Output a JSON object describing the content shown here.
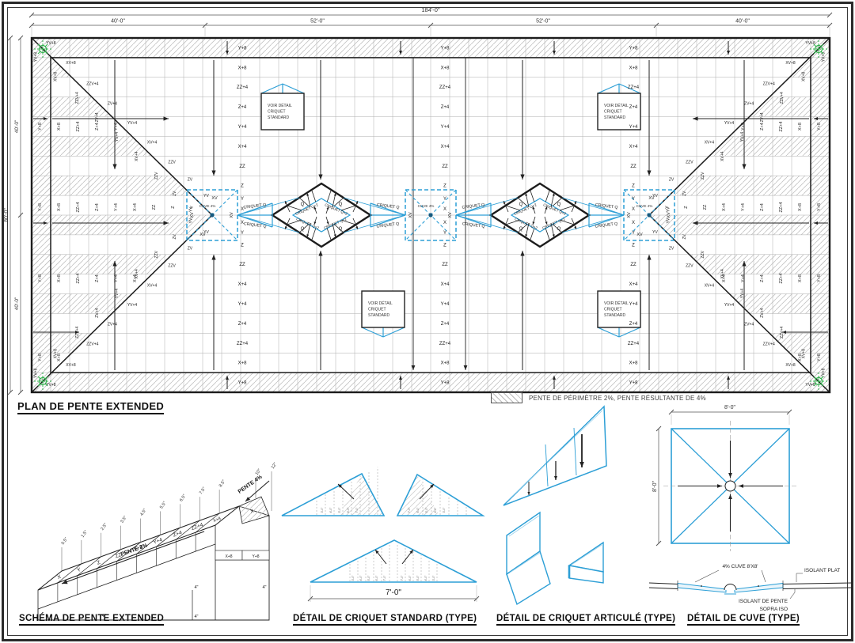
{
  "plan": {
    "title": "PLAN DE PENTE EXTENDED",
    "legend_text": "PENTE DE PÉRIMÈTRE 2%, PENTE RÉSULTANTE DE 4%",
    "dims": {
      "total": "184'-0\"",
      "segments": [
        "40'-0\"",
        "52'-0\"",
        "52'-0\"",
        "40'-0\""
      ],
      "side_total": "80'-0\"",
      "side_segments": [
        "40'-0\"",
        "40'-0\""
      ]
    },
    "col_sequence": [
      "Y+8",
      "X+8",
      "ZZ+4",
      "Z+4",
      "Y+4",
      "X+4",
      "ZZ",
      "Z",
      "Y",
      "X"
    ],
    "diag_sequence": [
      "YV+8",
      "XV+8",
      "ZZV+4",
      "ZV+4",
      "YV+4",
      "XV+4",
      "ZZV",
      "ZV",
      "YV"
    ],
    "cuve_side_label": "XV",
    "cuve_text": "CUVE 4%",
    "criquet_tip_label": "CRIQUET Q",
    "criquet_inner_label": "CRIQUET Q+2",
    "criquet_band_label": "Q",
    "callout_lines": [
      "VOIR DÉTAIL",
      "CRIQUET",
      "STANDARD"
    ]
  },
  "schema": {
    "title": "SCHÉMA DE PENTE EXTENDED",
    "panel_labels": [
      "X",
      "Y",
      "Z",
      "ZZ",
      "X+4",
      "Y+4",
      "Z+4",
      "ZZ+4",
      "X+8"
    ],
    "apex_label": "X",
    "height_labels": [
      "0.5\"",
      "1.5\"",
      "2.5\"",
      "3.5\"",
      "4.5\"",
      "5.5\"",
      "6.5\"",
      "7.5\"",
      "8.5\"",
      "10\"",
      "12\""
    ],
    "pente2_label": "PENTE 2%",
    "pente4_label": "PENTE 4%",
    "step_label": "4\"",
    "step_box_labels": [
      "X+8",
      "Y+8"
    ]
  },
  "criquet_std": {
    "title": "DÉTAIL DE CRIQUET STANDARD (TYPE)",
    "base_dim": "7'-0\"",
    "tick_labels": [
      "3'-0\"",
      "4'-0\"",
      "5'-0\"",
      "6'-0\"",
      "7'-0\""
    ]
  },
  "criquet_art": {
    "title": "DÉTAIL DE CRIQUET ARTICULÉ (TYPE)"
  },
  "cuve": {
    "title": "DÉTAIL DE CUVE (TYPE)",
    "dim_w": "8'-0\"",
    "dim_h": "8'-0\"",
    "label_cuve": "4% CUVE 8'X8'",
    "label_isolant_plat": "ISOLANT PLAT",
    "label_isolant_pente_1": "ISOLANT DE PENTE",
    "label_isolant_pente_2": "SOPRA ISO"
  },
  "colors": {
    "blue": "#2d9fd6",
    "line": "#1c1c1c",
    "hatch": "#c2c2c2",
    "green": "#2db34a",
    "dim": "#555555"
  }
}
